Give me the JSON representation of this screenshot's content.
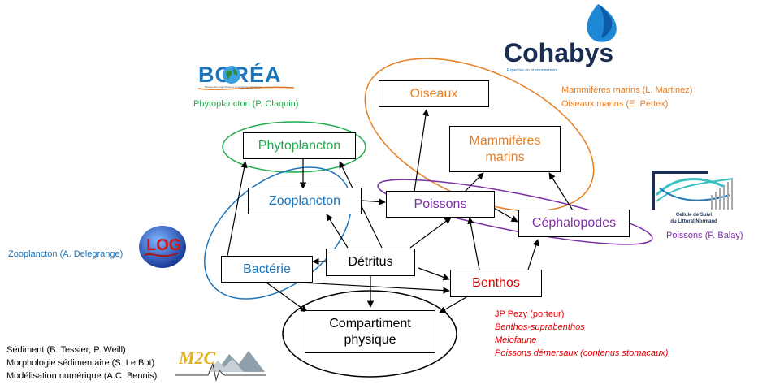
{
  "colors": {
    "green": "#1faa4b",
    "blue": "#1b75bb",
    "purple": "#7b2fa3",
    "orange": "#e67e22",
    "red": "#e00000",
    "black": "#000000"
  },
  "nodes": {
    "oiseaux": "Oiseaux",
    "mammiferes_1": "Mammifères",
    "mammiferes_2": "marins",
    "phytoplancton": "Phytoplancton",
    "zooplancton": "Zooplancton",
    "poissons": "Poissons",
    "cephalopodes": "Céphalopodes",
    "bacterie": "Bactérie",
    "detritus": "Détritus",
    "benthos": "Benthos",
    "compartiment_1": "Compartiment",
    "compartiment_2": "physique"
  },
  "logos": {
    "borea": {
      "name": "BORÉA",
      "tagline": "Biologie des organismes et écosystèmes aquatiques"
    },
    "cohabys": {
      "name": "Cohabys",
      "tagline": "Expertise en environnement"
    },
    "log": {
      "name": "LOG"
    },
    "cslm": {
      "line1": "Cellule de Suivi",
      "line2": "du Littoral Normand"
    }
  },
  "notes": {
    "phyto": "Phytoplancton (P. Claquin)",
    "mammiferes": "Mammifères marins (L. Martinez)",
    "oiseaux": "Oiseaux marins (E. Pettex)",
    "zoo": "Zooplancton (A. Delegrange)",
    "poissons": "Poissons (P. Balay)",
    "benthos_1": "JP Pezy (porteur)",
    "benthos_2": "Benthos-suprabenthos",
    "benthos_3": "Meiofaune",
    "benthos_4": "Poissons démersaux (contenus stomacaux)",
    "sediment_1": "Sédiment (B. Tessier; P. Weill)",
    "sediment_2": "Morphologie sédimentaire (S. Le Bot)",
    "sediment_3": "Modélisation numérique (A.C. Bennis)"
  }
}
